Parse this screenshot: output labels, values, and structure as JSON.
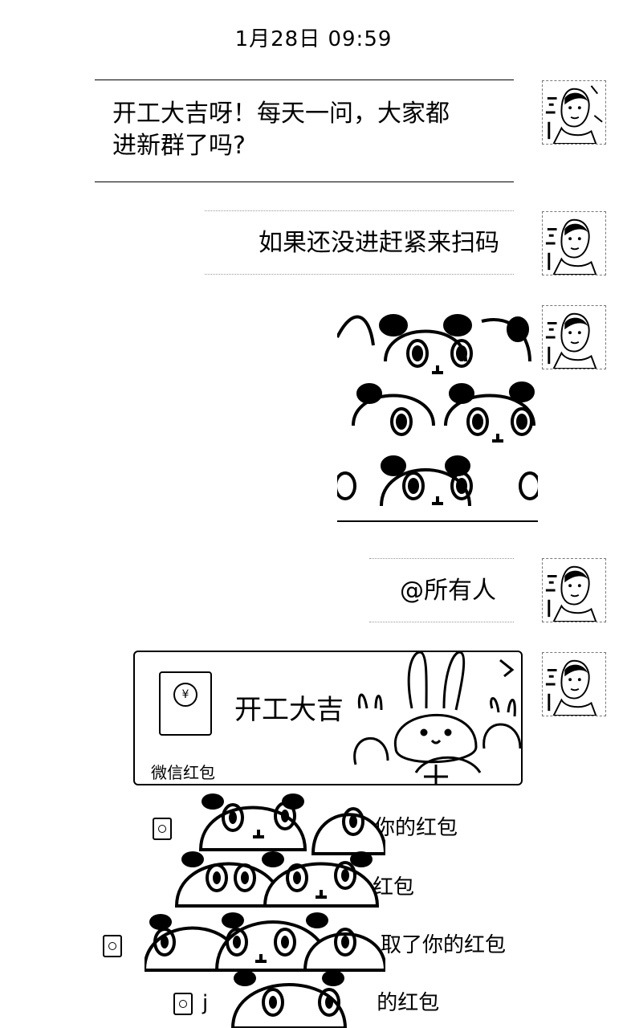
{
  "header": {
    "timestamp": "1月28日 09:59"
  },
  "messages": [
    {
      "text_line1": "开工大吉呀！每天一问，大家都",
      "text_line2": "进新群了吗?"
    },
    {
      "text": "如果还没进赶紧来扫码"
    },
    {
      "sticker": "panda-crowd-sticker"
    },
    {
      "text": "@所有人"
    }
  ],
  "red_packet": {
    "title": "开工大吉",
    "footer": "微信红包",
    "currency_symbol": "¥",
    "icon": "red-packet-icon",
    "art": "bunny-driving-illustration"
  },
  "notices": [
    {
      "prefix": "",
      "suffix": "你的红包"
    },
    {
      "prefix": "",
      "suffix": "红包"
    },
    {
      "prefix": "",
      "suffix": "取了你的红包"
    },
    {
      "prefix": "j",
      "suffix": "的红包"
    }
  ],
  "colors": {
    "background": "#ffffff",
    "ink": "#000000"
  }
}
